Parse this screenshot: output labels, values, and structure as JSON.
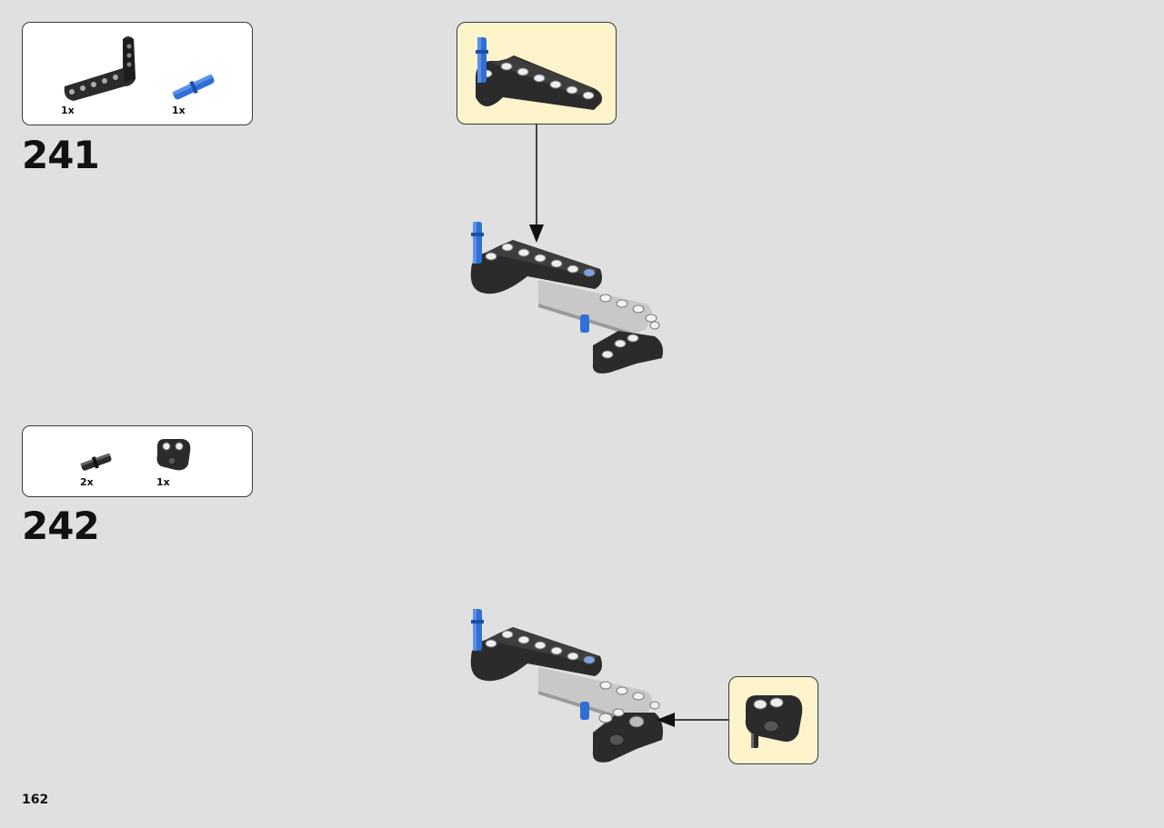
{
  "steps": [
    {
      "number": "241",
      "parts": [
        {
          "icon": "l-beam-black-icon",
          "qty": "1x"
        },
        {
          "icon": "pin-blue-icon",
          "qty": "1x"
        }
      ]
    },
    {
      "number": "242",
      "parts": [
        {
          "icon": "pin-black-icon",
          "qty": "2x"
        },
        {
          "icon": "connector-block-black-icon",
          "qty": "1x"
        }
      ]
    }
  ],
  "page_number": "162",
  "colors": {
    "background": "#e0e0e0",
    "callout_background": "#fdf4cc",
    "black_part": "#2b2b2b",
    "gray_part": "#c8c8c8",
    "blue_part": "#2f6fd6"
  }
}
